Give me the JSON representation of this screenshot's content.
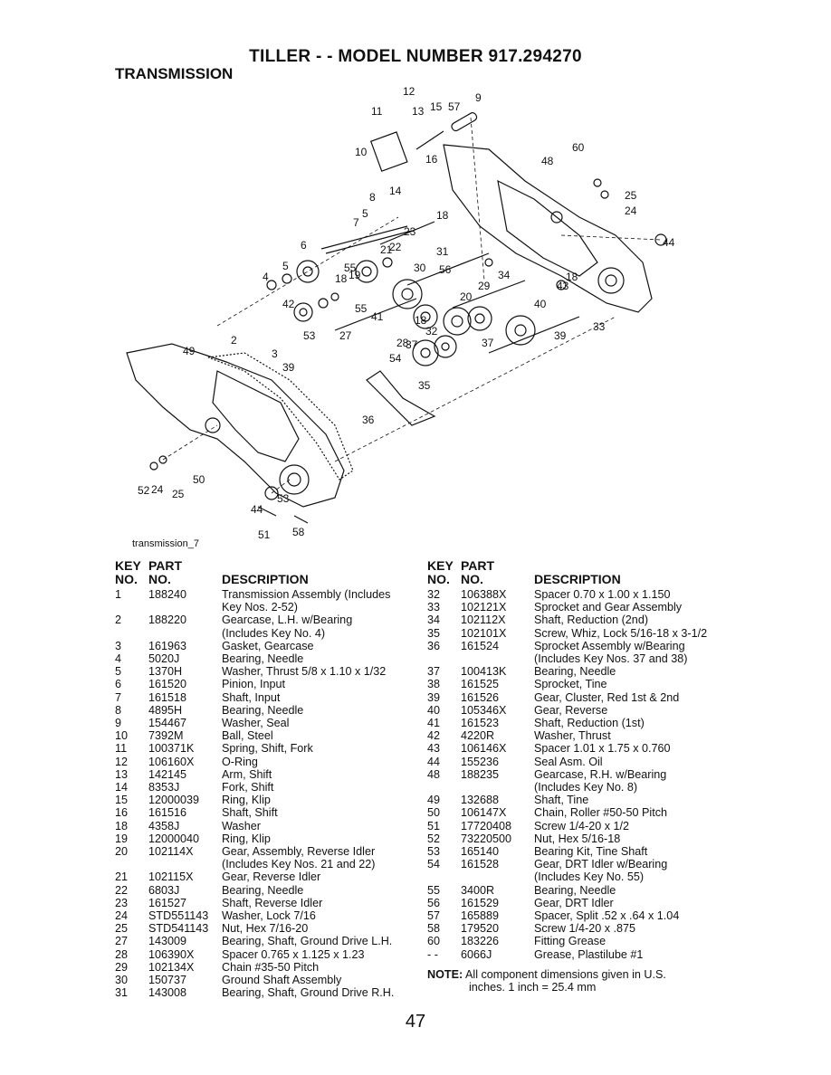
{
  "title": "TILLER - - MODEL NUMBER 917.294270",
  "section": "TRANSMISSION",
  "diagram_caption": "transmission_7",
  "callouts": [
    "12",
    "11",
    "13",
    "15",
    "57",
    "9",
    "10",
    "16",
    "60",
    "48",
    "25",
    "24",
    "14",
    "8",
    "5",
    "18",
    "7",
    "23",
    "6",
    "21",
    "22",
    "31",
    "44",
    "4",
    "5",
    "18",
    "19",
    "55",
    "56",
    "30",
    "29",
    "34",
    "18",
    "43",
    "42",
    "55",
    "20",
    "40",
    "41",
    "18",
    "32",
    "33",
    "53",
    "27",
    "28",
    "39",
    "49",
    "2",
    "3",
    "54",
    "37",
    "37",
    "39",
    "35",
    "36",
    "50",
    "24",
    "25",
    "52",
    "53",
    "44",
    "51",
    "58"
  ],
  "table_headers": {
    "key_top": "KEY",
    "key_bottom": "NO.",
    "part_top": "PART",
    "part_bottom": "NO.",
    "description": "DESCRIPTION"
  },
  "parts_left": [
    {
      "key": "1",
      "part": "188240",
      "desc": "Transmission Assembly (Includes\nKey Nos. 2-52)"
    },
    {
      "key": "2",
      "part": "188220",
      "desc": "Gearcase, L.H. w/Bearing\n(Includes Key No. 4)"
    },
    {
      "key": "3",
      "part": "161963",
      "desc": "Gasket, Gearcase"
    },
    {
      "key": "4",
      "part": "5020J",
      "desc": "Bearing, Needle"
    },
    {
      "key": "5",
      "part": "1370H",
      "desc": "Washer, Thrust 5/8 x 1.10 x 1/32"
    },
    {
      "key": "6",
      "part": "161520",
      "desc": "Pinion, Input"
    },
    {
      "key": "7",
      "part": "161518",
      "desc": "Shaft, Input"
    },
    {
      "key": "8",
      "part": "4895H",
      "desc": "Bearing, Needle"
    },
    {
      "key": "9",
      "part": "154467",
      "desc": "Washer, Seal"
    },
    {
      "key": "10",
      "part": "7392M",
      "desc": "Ball, Steel"
    },
    {
      "key": "11",
      "part": "100371K",
      "desc": "Spring, Shift, Fork"
    },
    {
      "key": "12",
      "part": "106160X",
      "desc": "O-Ring"
    },
    {
      "key": "13",
      "part": "142145",
      "desc": "Arm, Shift"
    },
    {
      "key": "14",
      "part": "8353J",
      "desc": "Fork, Shift"
    },
    {
      "key": "15",
      "part": "12000039",
      "desc": "Ring, Klip"
    },
    {
      "key": "16",
      "part": "161516",
      "desc": "Shaft, Shift"
    },
    {
      "key": "18",
      "part": "4358J",
      "desc": "Washer"
    },
    {
      "key": "19",
      "part": "12000040",
      "desc": "Ring, Klip"
    },
    {
      "key": "20",
      "part": "102114X",
      "desc": "Gear, Assembly, Reverse Idler\n(Includes Key Nos. 21 and 22)"
    },
    {
      "key": "21",
      "part": "102115X",
      "desc": "Gear, Reverse Idler"
    },
    {
      "key": "22",
      "part": "6803J",
      "desc": "Bearing, Needle"
    },
    {
      "key": "23",
      "part": "161527",
      "desc": "Shaft, Reverse Idler"
    },
    {
      "key": "24",
      "part": "STD551143",
      "desc": "Washer, Lock 7/16"
    },
    {
      "key": "25",
      "part": "STD541143",
      "desc": "Nut, Hex 7/16-20"
    },
    {
      "key": "27",
      "part": "143009",
      "desc": "Bearing, Shaft, Ground Drive L.H."
    },
    {
      "key": "28",
      "part": "106390X",
      "desc": "Spacer 0.765 x 1.125 x 1.23"
    },
    {
      "key": "29",
      "part": "102134X",
      "desc": "Chain #35-50 Pitch"
    },
    {
      "key": "30",
      "part": "150737",
      "desc": "Ground Shaft Assembly"
    },
    {
      "key": "31",
      "part": "143008",
      "desc": "Bearing, Shaft, Ground Drive R.H."
    }
  ],
  "parts_right": [
    {
      "key": "32",
      "part": "106388X",
      "desc": "Spacer 0.70 x 1.00 x 1.150"
    },
    {
      "key": "33",
      "part": "102121X",
      "desc": "Sprocket and Gear Assembly"
    },
    {
      "key": "34",
      "part": "102112X",
      "desc": "Shaft, Reduction (2nd)"
    },
    {
      "key": "35",
      "part": "102101X",
      "desc": "Screw, Whiz, Lock 5/16-18 x 3-1/2"
    },
    {
      "key": "36",
      "part": "161524",
      "desc": "Sprocket Assembly w/Bearing\n(Includes Key Nos. 37 and 38)"
    },
    {
      "key": "37",
      "part": "100413K",
      "desc": "Bearing, Needle"
    },
    {
      "key": "38",
      "part": "161525",
      "desc": "Sprocket, Tine"
    },
    {
      "key": "39",
      "part": "161526",
      "desc": "Gear, Cluster, Red 1st & 2nd"
    },
    {
      "key": "40",
      "part": "105346X",
      "desc": "Gear, Reverse"
    },
    {
      "key": "41",
      "part": "161523",
      "desc": "Shaft, Reduction (1st)"
    },
    {
      "key": "42",
      "part": "4220R",
      "desc": "Washer, Thrust"
    },
    {
      "key": "43",
      "part": "106146X",
      "desc": "Spacer 1.01 x 1.75 x 0.760"
    },
    {
      "key": "44",
      "part": "155236",
      "desc": "Seal Asm. Oil"
    },
    {
      "key": "48",
      "part": "188235",
      "desc": "Gearcase, R.H. w/Bearing\n(Includes Key No. 8)"
    },
    {
      "key": "49",
      "part": "132688",
      "desc": "Shaft, Tine"
    },
    {
      "key": "50",
      "part": "106147X",
      "desc": "Chain, Roller #50-50 Pitch"
    },
    {
      "key": "51",
      "part": "17720408",
      "desc": "Screw 1/4-20 x 1/2"
    },
    {
      "key": "52",
      "part": "73220500",
      "desc": "Nut, Hex 5/16-18"
    },
    {
      "key": "53",
      "part": "165140",
      "desc": "Bearing Kit, Tine Shaft"
    },
    {
      "key": "54",
      "part": "161528",
      "desc": "Gear, DRT Idler w/Bearing\n(Includes Key No. 55)"
    },
    {
      "key": "55",
      "part": "3400R",
      "desc": "Bearing, Needle"
    },
    {
      "key": "56",
      "part": "161529",
      "desc": "Gear, DRT Idler"
    },
    {
      "key": "57",
      "part": "165889",
      "desc": "Spacer, Split .52 x .64 x 1.04"
    },
    {
      "key": "58",
      "part": "179520",
      "desc": "Screw 1/4-20 x .875"
    },
    {
      "key": "60",
      "part": "183226",
      "desc": "Fitting Grease"
    },
    {
      "key": "- -",
      "part": "6066J",
      "desc": "Grease, Plastilube #1"
    }
  ],
  "note": {
    "label": "NOTE:",
    "line1": "All component dimensions given in U.S.",
    "line2": "inches. 1 inch = 25.4 mm"
  },
  "page_number": "47"
}
